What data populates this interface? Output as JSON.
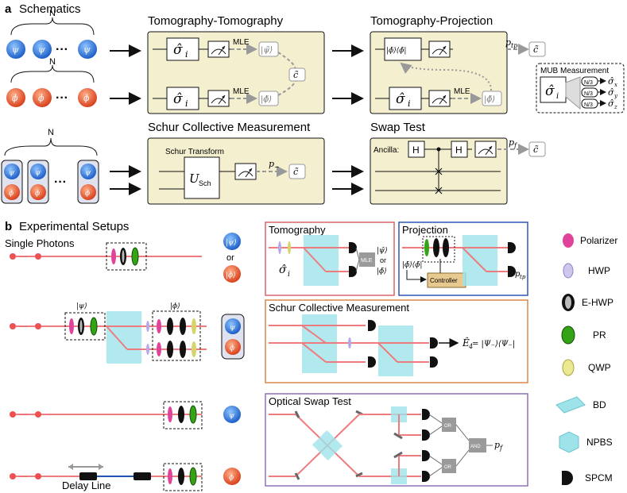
{
  "panel_a": {
    "letter": "a",
    "title": "Schematics",
    "n_label": "N",
    "dots": "···",
    "psi": "ψ",
    "phi": "ϕ",
    "tt": {
      "title": "Tomography-Tomography",
      "sigma": "σ̂",
      "sigma_sub": "i",
      "mle": "MLE",
      "psi_out": "|ψ̃⟩",
      "phi_out": "|ϕ̃⟩",
      "c": "c̃"
    },
    "tp": {
      "title": "Tomography-Projection",
      "proj": "|ϕ̃⟩⟨ϕ̃|",
      "sigma": "σ̂",
      "sigma_sub": "i",
      "mle": "MLE",
      "phi_out": "|ϕ̃⟩",
      "p": "p",
      "p_sub": "tp",
      "c": "c̃"
    },
    "mub": {
      "title": "MUB Measurement",
      "sigma": "σ̂",
      "sigma_sub": "i",
      "frac": "N/3",
      "outs": [
        "σ̂",
        "σ̂",
        "σ̂"
      ],
      "subs": [
        "x",
        "y",
        "z"
      ]
    },
    "schur": {
      "title": "Schur Collective Measurement",
      "transform": "Schur Transform",
      "u": "U",
      "u_sub": "Sch",
      "p": "p",
      "p_sub": "−",
      "c": "c̃"
    },
    "swap": {
      "title": "Swap Test",
      "ancilla": "Ancilla:",
      "h": "H",
      "p": "p",
      "p_sub": "f",
      "c": "c̃"
    }
  },
  "panel_b": {
    "letter": "b",
    "title": "Experimental Setups",
    "single_photons": "Single Photons",
    "or": "or",
    "ket_psi": "|ψ⟩",
    "ket_phi": "|ϕ⟩",
    "delay_line": "Delay Line",
    "tomo": {
      "title": "Tomography",
      "sigma": "σ̂",
      "sigma_sub": "i",
      "mle": "MLE",
      "psi_out": "|ψ̃⟩",
      "or": "or",
      "phi_out": "|ϕ̃⟩"
    },
    "proj": {
      "title": "Projection",
      "proj": "|ϕ̃⟩⟨ϕ̃|",
      "controller": "Controller",
      "p": "p",
      "p_sub": "tp"
    },
    "schur": {
      "title": "Schur Collective Measurement",
      "e4": "Ê",
      "e4_sub": "4",
      "e4_rhs": " = |Ψ₋⟩⟨Ψ₋|"
    },
    "swap": {
      "title": "Optical Swap Test",
      "or_gate": "OR",
      "and_gate": "AND",
      "p": "p",
      "p_sub": "f"
    }
  },
  "legend": [
    {
      "label": "Polarizer",
      "icon": "polarizer-icon"
    },
    {
      "label": "HWP",
      "icon": "hwp-icon"
    },
    {
      "label": "E-HWP",
      "icon": "e-hwp-icon"
    },
    {
      "label": "PR",
      "icon": "pr-icon"
    },
    {
      "label": "QWP",
      "icon": "qwp-icon"
    },
    {
      "label": "BD",
      "icon": "bd-icon"
    },
    {
      "label": "NPBS",
      "icon": "npbs-icon"
    },
    {
      "label": "SPCM",
      "icon": "spcm-icon"
    }
  ],
  "colors": {
    "box_fill": "#f3efcf",
    "beam": "#ee7b7e",
    "blue_photon": "#2a6fd6",
    "orange_photon": "#e2552e",
    "tomo_border": "#d9656d",
    "proj_border": "#2f56b5",
    "schur_border": "#d9884a",
    "swap_border": "#8e72b8",
    "crystal": "#9fe3ea",
    "polarizer": "#e0449a",
    "hwp": "#b5a9e6",
    "pr": "#34a416",
    "qwp": "#d7d36a"
  }
}
